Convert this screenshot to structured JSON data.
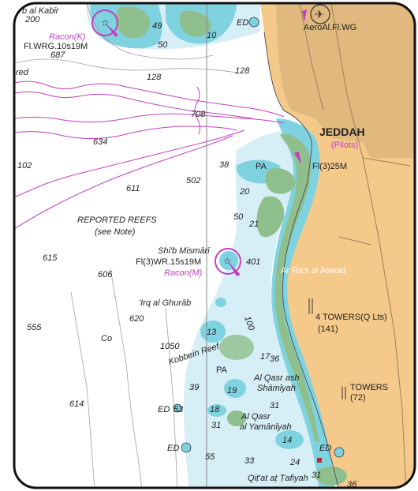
{
  "colors": {
    "deep_water": "#ffffff",
    "shallow_water": "#d6eef6",
    "very_shallow": "#7fd2e0",
    "land": "#f5c98a",
    "reef": "#8fbf8c",
    "magenta": "#c040c0",
    "frame": "#111111"
  },
  "places": {
    "top_left_name": "b al Kabīr",
    "jeddah": "JEDDAH",
    "pilots": "(Pilots)",
    "aero": "AeroAl.Fl.WG",
    "ar_ras": "Ar Ra's al Aswad",
    "reported_reefs": "REPORTED REEFS",
    "see_note": "(see Note)",
    "shib": "Shi'b Mismārī",
    "irq": "'Irq al Ghurāb",
    "kobbein": "Kobbein Reef",
    "qasr_sham_1": "Al Qasr ash",
    "qasr_sham_2": "Shāmīyah",
    "qasr_yam_1": "Al Qasr",
    "qasr_yam_2": "al Yamānīyah",
    "qitat": "Qiṭ'at aṭ Ṭafiyah",
    "red": "red",
    "co": "Co"
  },
  "lights": {
    "racon_k": "Racon(K)",
    "fl_wrg": "Fl.WRG.10s19M",
    "fl3_25m": "Fl(3)25M",
    "fl3_wr": "Fl(3)WR.15s19M",
    "racon_m": "Racon(M)",
    "towers4": "4 TOWERS(Q Lts)",
    "towers4_h": "(141)",
    "towers": "TOWERS",
    "towers_h": "(72)",
    "pa1": "PA",
    "pa2": "PA",
    "ed1": "ED",
    "ed2": "ED",
    "ed3": "ED",
    "ed4": "ED"
  },
  "depths": {
    "d200": "200",
    "d687": "687",
    "d49": "49",
    "d10": "10",
    "d50a": "50",
    "d128a": "128",
    "d128b": "128",
    "d708": "708",
    "d634": "634",
    "d102": "102",
    "d38": "38",
    "d611": "611",
    "d502": "502",
    "d20": "20",
    "d50b": "50",
    "d21": "21",
    "d615": "615",
    "d606": "606",
    "d401": "401",
    "d620": "620",
    "d100": "100",
    "d13": "13",
    "d555": "555",
    "d1050": "1050",
    "d36": "36",
    "d39": "39",
    "d19": "19",
    "d31a": "31",
    "d614": "614",
    "d53": "53",
    "d18": "18",
    "d31b": "31",
    "d14": "14",
    "d55": "55",
    "d33": "33",
    "d24": "24",
    "d36b": "36",
    "d17": "17",
    "d31c": "31"
  }
}
